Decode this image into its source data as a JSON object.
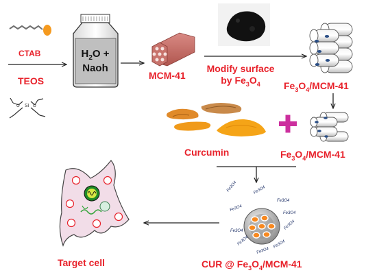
{
  "reagents": {
    "surfactant": "CTAB",
    "silica_source": "TEOS"
  },
  "jar": {
    "line1_main": "H",
    "line1_sub": "2",
    "line1_rest": "O +",
    "line2": "Naoh"
  },
  "mcm41": {
    "label": "MCM-41"
  },
  "modify": {
    "line1": "Modify surface",
    "line2_main": "by Fe",
    "line2_sub": "3",
    "line2_mid": "O",
    "line2_sub2": "4"
  },
  "composite_top": {
    "p1": "Fe",
    "s1": "3",
    "p2": "O",
    "s2": "4",
    "p3": "/MCM-41"
  },
  "curcumin": {
    "label": "Curcumin"
  },
  "composite_mid": {
    "p1": "Fe",
    "s1": "3",
    "p2": "O",
    "s2": "4",
    "p3": "/MCM-41"
  },
  "particle": {
    "label_fe3o4": "Fe3O4"
  },
  "product": {
    "p1": "CUR @ Fe",
    "s1": "3",
    "p2": "O",
    "s2": "4",
    "p3": "/MCM-41"
  },
  "target": {
    "label": "Target cell"
  },
  "colors": {
    "accent_red": "#e8222b",
    "magenta": "#cc2f9e",
    "curcumin_orange": "#f5a417",
    "pore_blue": "#2b4f86"
  }
}
